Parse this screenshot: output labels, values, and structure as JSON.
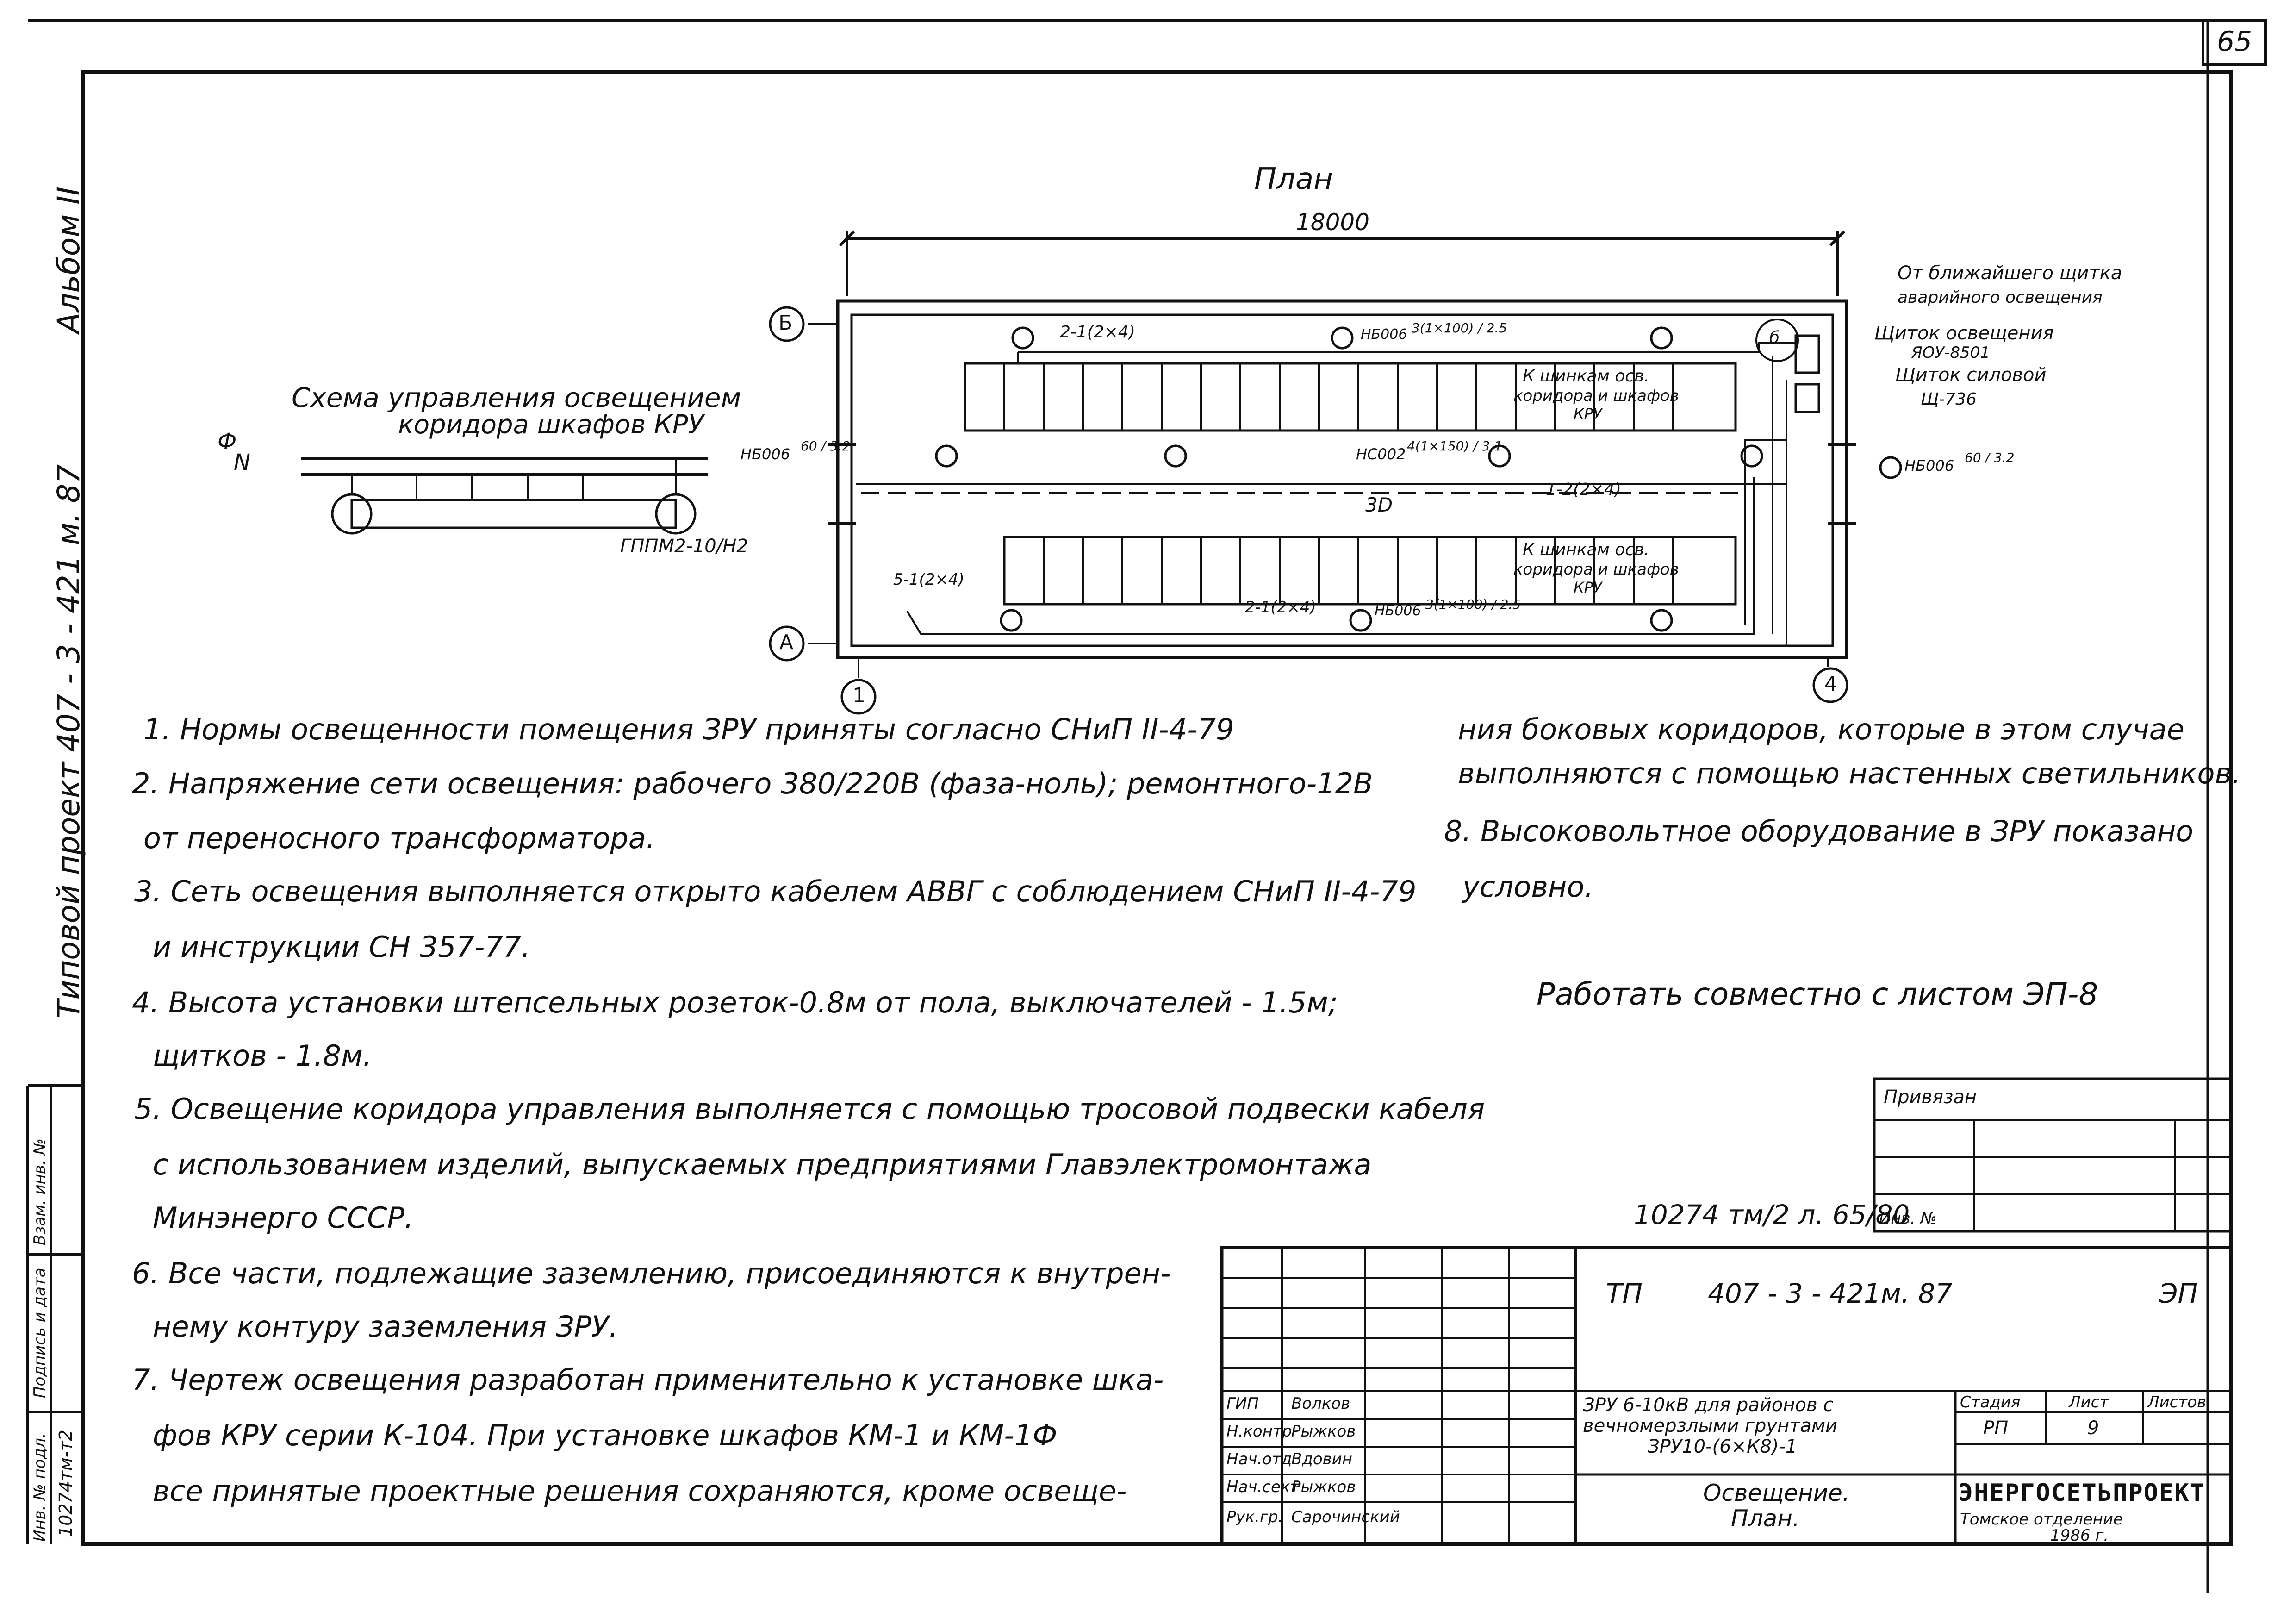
{
  "sheet_number": "65",
  "plan_title": "План",
  "dimension_total": "18000",
  "axes": {
    "b": "Б",
    "a": "А",
    "one": "1",
    "four": "4"
  },
  "side_labels": {
    "album": "Альбом II",
    "project": "Типовой проект 407 - 3 - 421 м. 87",
    "inv_orig": "Инв. № подл.",
    "sign_date": "Подпись и дата",
    "replace_inv": "Взам. инв. №",
    "inv_code": "10274тм-т2"
  },
  "schema": {
    "title_line1": "Схема управления освещением",
    "title_line2": "коридора шкафов КРУ",
    "phase_label": "Ф",
    "neutral_label": "N",
    "device_label": "ГППМ2-10/Н2"
  },
  "plan_labels": {
    "fixture_top": "НБ006",
    "fixture_top_frac": "3(1×100) / 2.5",
    "fixture_left": "НБ006",
    "fixture_left_frac": "60 / 3.2",
    "fixture_right": "НБ006",
    "fixture_right_frac": "60 / 3.2",
    "fixture_mid": "НС002",
    "fixture_mid_frac": "4(1×150) / 3.1",
    "fixture_bottom": "НБ006",
    "fixture_bottom_frac": "3(1×100) / 2.5",
    "cable_top": "2-1(2×4)",
    "cable_mid": "1-2(2×4)",
    "cable_bottom": "2-1(2×4)",
    "cable_left": "5-1(2×4)",
    "corridor_spacing": "3D",
    "to_cabinets_top_1": "К шинкам осв.",
    "to_cabinets_top_2": "коридора и шкафов",
    "to_cabinets_top_3": "КРУ",
    "to_cabinets_bottom_1": "К шинкам осв.",
    "to_cabinets_bottom_2": "коридора и шкафов",
    "to_cabinets_bottom_3": "КРУ",
    "from_emergency_1": "От ближайшего щитка",
    "from_emergency_2": "аварийного освещения",
    "lighting_panel_1": "Щиток освещения",
    "lighting_panel_2": "ЯОУ-8501",
    "power_panel_1": "Щиток силовой",
    "power_panel_2": "Щ-736",
    "panel_letter": "б"
  },
  "notes": [
    "1. Нормы освещенности помещения ЗРУ приняты согласно СНиП II-4-79",
    "2. Напряжение сети освещения: рабочего 380/220В (фаза-ноль); ремонтного-12В",
    "от переносного трансформатора.",
    "3. Сеть освещения выполняется открыто кабелем АВВГ с соблюдением СНиП II-4-79",
    "и инструкции СН 357-77.",
    "4. Высота установки штепсельных розеток-0.8м от пола, выключателей - 1.5м;",
    "щитков - 1.8м.",
    "5. Освещение коридора управления выполняется с помощью тросовой подвески кабеля",
    "с использованием изделий, выпускаемых предприятиями Главэлектромонтажа",
    "Минэнерго СССР.",
    "6. Все части, подлежащие заземлению, присоединяются к внутрен-",
    "нему контуру заземления ЗРУ.",
    "7. Чертеж освещения разработан применительно к установке шка-",
    "фов КРУ серии К-104. При установке шкафов КМ-1 и КМ-1Ф",
    "все принятые проектные решения сохраняются, кроме освеще-"
  ],
  "notes_right": [
    "ния боковых коридоров, которые в этом случае",
    "выполняются с помощью настенных светильников.",
    "8. Высоковольтное оборудование в ЗРУ показано",
    "условно."
  ],
  "work_with": "Работать совместно с листом ЭП-8",
  "binding": {
    "label": "Привязан",
    "inv": "Инв. №"
  },
  "archive_number": "10274 тм/2 л. 65/80",
  "title_block": {
    "code_prefix": "ТП",
    "code": "407 - 3 - 421м. 87",
    "mark": "ЭП",
    "roles": [
      {
        "role": "ГИП",
        "name": "Волков"
      },
      {
        "role": "Н.контр",
        "name": "Рыжков"
      },
      {
        "role": "Нач.отд",
        "name": "Вдовин"
      },
      {
        "role": "Нач.сект",
        "name": "Рыжков"
      },
      {
        "role": "Рук.гр.",
        "name": "Сарочинский"
      }
    ],
    "object_line1": "ЗРУ 6-10кВ для районов с",
    "object_line2": "вечномерзлыми грунтами",
    "object_line3": "ЗРУ10-(6×К8)-1",
    "sheet_title_1": "Освещение.",
    "sheet_title_2": "План.",
    "stage_h": "Стадия",
    "sheet_h": "Лист",
    "sheets_h": "Листов",
    "stage": "РП",
    "sheet": "9",
    "sheets": "",
    "org": "ЭНЕРГОСЕТЬПРОЕКТ",
    "org_branch": "Томское отделение",
    "year": "1986 г."
  }
}
